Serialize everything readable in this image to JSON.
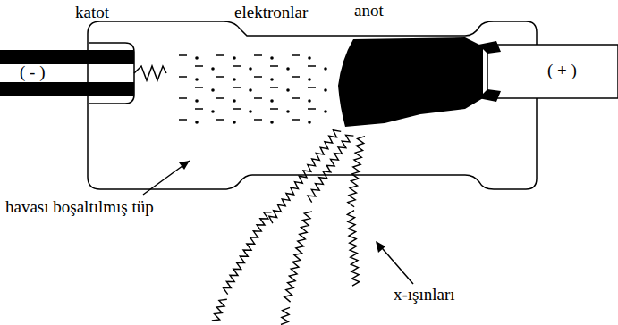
{
  "diagram": {
    "labels": [
      "katot",
      "elektronlar",
      "anot",
      "( - )",
      "( + )",
      "havası boşaltılmış tüp",
      "x-ışınları"
    ]
  }
}
